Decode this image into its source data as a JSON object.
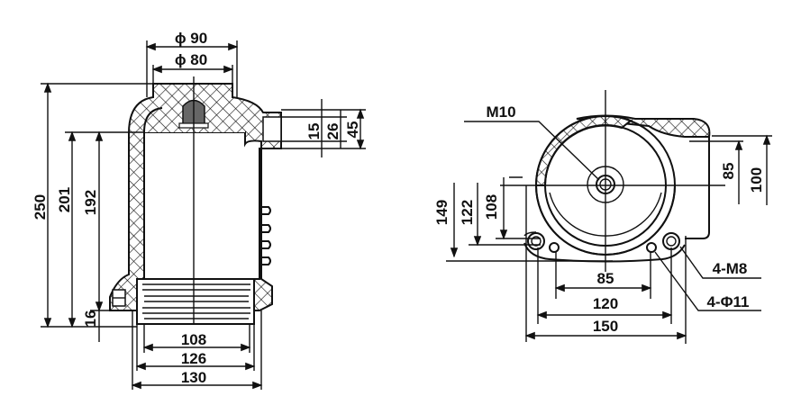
{
  "side_view": {
    "dims": {
      "phi90": "ϕ 90",
      "phi80": "ϕ 80",
      "h250": "250",
      "h201": "201",
      "h192": "192",
      "h16": "16",
      "w108": "108",
      "w126": "126",
      "w130": "130",
      "h15": "15",
      "h26": "26",
      "h45": "45"
    }
  },
  "top_view": {
    "dims": {
      "m10": "M10",
      "h149": "149",
      "h122": "122",
      "h108": "108",
      "h85": "85",
      "h100": "100",
      "w85": "85",
      "w120": "120",
      "w150": "150",
      "m8": "4-M8",
      "phi11": "4-Φ11"
    }
  }
}
